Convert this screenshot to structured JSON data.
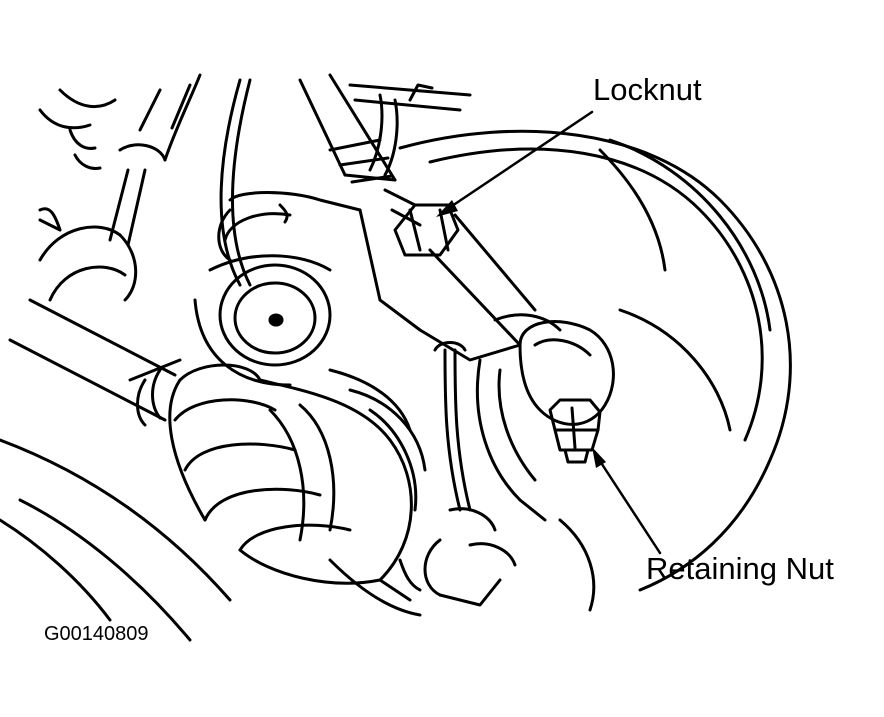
{
  "figure": {
    "callouts": [
      {
        "id": "locknut",
        "label": "Locknut"
      },
      {
        "id": "retaining-nut",
        "label": "Retaining Nut"
      }
    ],
    "figure_id": "G00140809",
    "colors": {
      "line": "#000000",
      "background": "#ffffff"
    }
  }
}
